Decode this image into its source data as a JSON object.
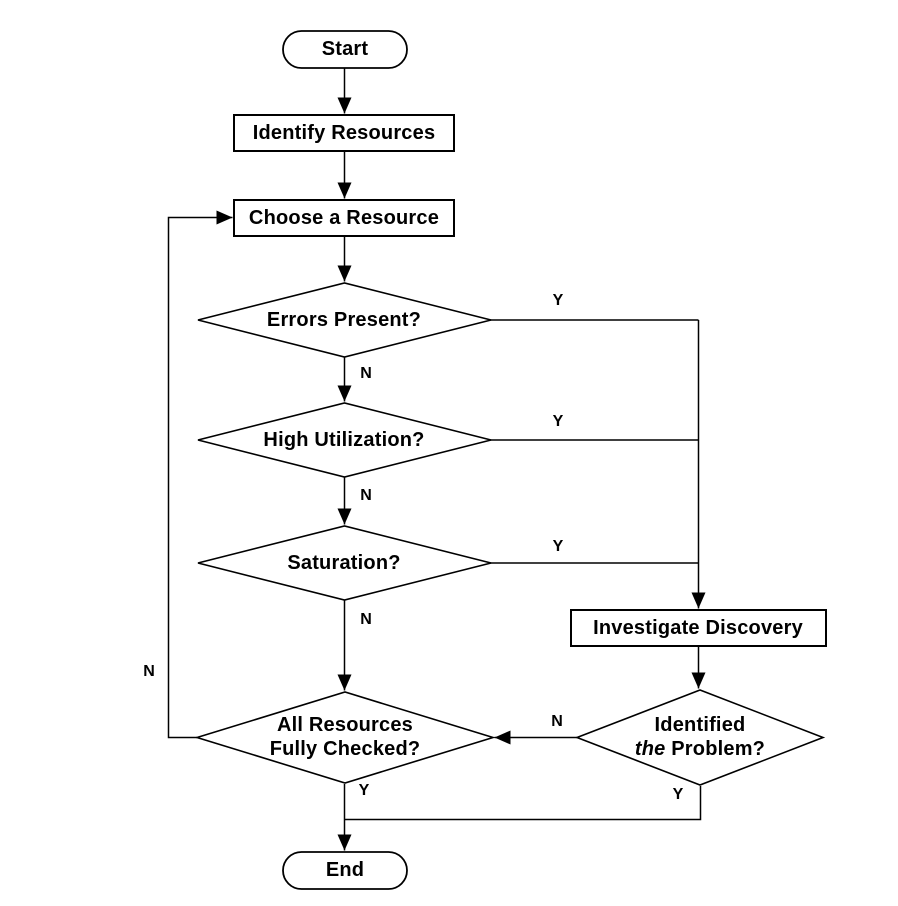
{
  "diagram": {
    "type": "flowchart",
    "colors": {
      "line": "#000000",
      "shape_fill": "#ffffff",
      "text": "#000000"
    }
  },
  "nodes": {
    "start": {
      "label": "Start",
      "shape": "terminator"
    },
    "identify_resources": {
      "label": "Identify Resources",
      "shape": "process"
    },
    "choose_resource": {
      "label": "Choose a Resource",
      "shape": "process"
    },
    "errors_present": {
      "label": "Errors Present?",
      "shape": "decision"
    },
    "high_utilization": {
      "label": "High Utilization?",
      "shape": "decision"
    },
    "saturation": {
      "label": "Saturation?",
      "shape": "decision"
    },
    "all_resources": {
      "line1": "All Resources",
      "line2": "Fully Checked?",
      "shape": "decision"
    },
    "investigate_discovery": {
      "label": "Investigate Discovery",
      "shape": "process"
    },
    "identified_problem": {
      "line1": "Identified",
      "line2_italic": "the",
      "line2_rest": "Problem?",
      "shape": "decision"
    },
    "end": {
      "label": "End",
      "shape": "terminator"
    }
  },
  "edge_labels": {
    "errors_no": "N",
    "errors_yes": "Y",
    "utilization_no": "N",
    "utilization_yes": "Y",
    "saturation_no": "N",
    "saturation_yes": "Y",
    "checked_no": "N",
    "checked_yes": "Y",
    "identified_no": "N",
    "identified_yes": "Y"
  },
  "edges": [
    {
      "from": "Start",
      "to": "Identify Resources",
      "label": ""
    },
    {
      "from": "Identify Resources",
      "to": "Choose a Resource",
      "label": ""
    },
    {
      "from": "Choose a Resource",
      "to": "Errors Present?",
      "label": ""
    },
    {
      "from": "Errors Present?",
      "to": "High Utilization?",
      "label": "N"
    },
    {
      "from": "Errors Present?",
      "to": "Investigate Discovery",
      "label": "Y"
    },
    {
      "from": "High Utilization?",
      "to": "Saturation?",
      "label": "N"
    },
    {
      "from": "High Utilization?",
      "to": "Investigate Discovery",
      "label": "Y"
    },
    {
      "from": "Saturation?",
      "to": "All Resources Fully Checked?",
      "label": "N"
    },
    {
      "from": "Saturation?",
      "to": "Investigate Discovery",
      "label": "Y"
    },
    {
      "from": "Investigate Discovery",
      "to": "Identified the Problem?",
      "label": ""
    },
    {
      "from": "Identified the Problem?",
      "to": "All Resources Fully Checked?",
      "label": "N"
    },
    {
      "from": "Identified the Problem?",
      "to": "End",
      "label": "Y"
    },
    {
      "from": "All Resources Fully Checked?",
      "to": "Choose a Resource",
      "label": "N"
    },
    {
      "from": "All Resources Fully Checked?",
      "to": "End",
      "label": "Y"
    }
  ]
}
